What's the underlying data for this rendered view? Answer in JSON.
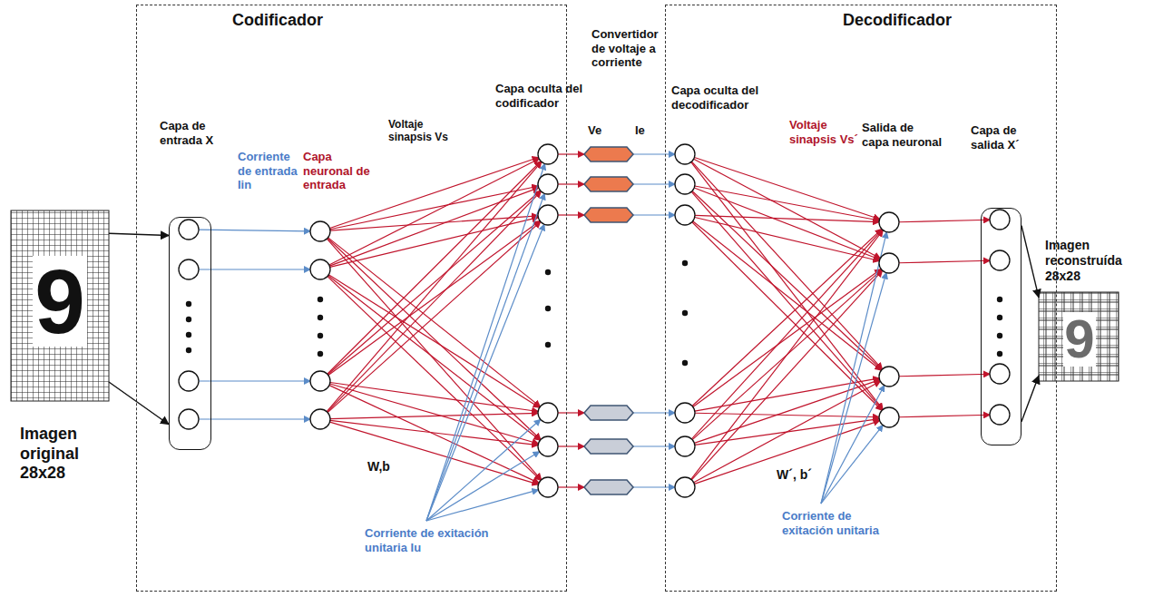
{
  "diagram": {
    "nodes": [
      {
        "text": [
          "Codificador"
        ]
      },
      {
        "text": [
          "Decodificador"
        ]
      },
      {
        "text": [
          "Imagen original 28x28"
        ]
      },
      {
        "text": [
          "Capa de entrada X"
        ],
        "in": 0
      },
      {
        "text": [
          "Capa de salida X´"
        ],
        "in": 1
      },
      {
        "text": [
          "Imagen reconstruída 28x28"
        ]
      }
    ],
    "edges": [
      {
        "from": 2,
        "to": 3,
        "arrow": "to"
      },
      {
        "from": 2,
        "to": 3,
        "arrow": "to"
      },
      {
        "from": 4,
        "to": 5,
        "arrow": "to"
      },
      {
        "from": 4,
        "to": 5,
        "arrow": "to"
      }
    ],
    "labels": [
      "Corriente de entrada Iin",
      "Capa neuronal de entrada",
      "Voltaje sinapsis Vs",
      "Capa oculta del codificador",
      "Convertidor de voltaje a corriente",
      "Ve",
      "Ie",
      "Capa oculta del decodificador",
      "Voltaje sinapsis Vs´",
      "Salida de capa neuronal",
      "W,b",
      "Corriente de exitación unitaria Iu",
      "W´, b´",
      "Corriente de exitación unitaria",
      "9",
      "9"
    ]
  }
}
